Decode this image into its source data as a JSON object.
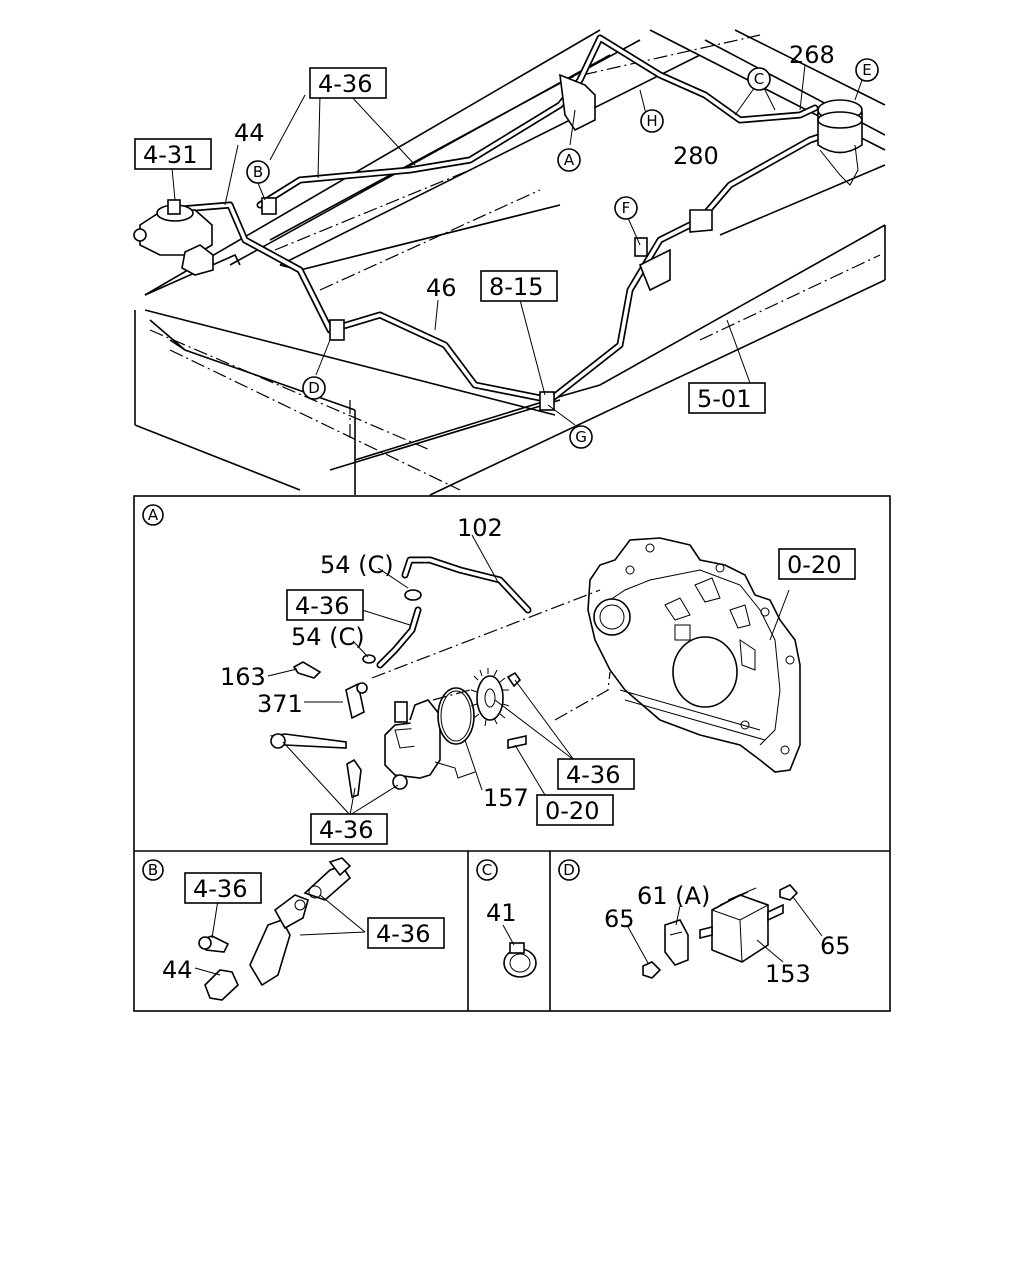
{
  "top": {
    "part_numbers": {
      "p268": "268",
      "p44": "44",
      "p280": "280",
      "p46": "46"
    },
    "refs": {
      "r436": "4-36",
      "r431": "4-31",
      "r815": "8-15",
      "r501": "5-01"
    },
    "callouts": {
      "A": "A",
      "B": "B",
      "C": "C",
      "D": "D",
      "E": "E",
      "F": "F",
      "G": "G",
      "H": "H"
    }
  },
  "detail_a": {
    "letter": "A",
    "part_numbers": {
      "p102": "102",
      "p54c_top": "54 (C)",
      "p54c_bot": "54 (C)",
      "p163": "163",
      "p371": "371",
      "p157": "157"
    },
    "refs": {
      "r436_top": "4-36",
      "r020_top": "0-20",
      "r436_right": "4-36",
      "r020_bot": "0-20",
      "r436_bot": "4-36"
    }
  },
  "detail_b": {
    "letter": "B",
    "ref_top": "4-36",
    "ref_right": "4-36",
    "part_44": "44"
  },
  "detail_c": {
    "letter": "C",
    "part_41": "41"
  },
  "detail_d": {
    "letter": "D",
    "part_61a": "61 (A)",
    "part_65_left": "65",
    "part_65_right": "65",
    "part_153": "153"
  }
}
